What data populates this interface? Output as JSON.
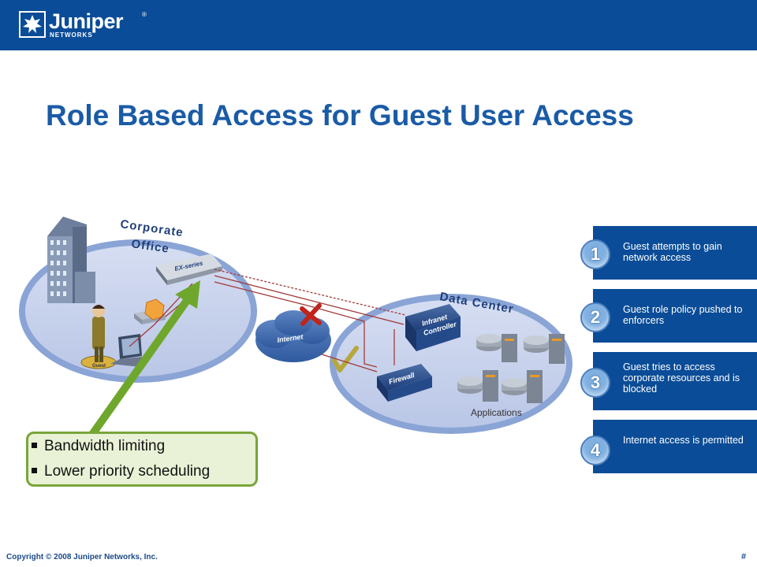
{
  "header": {
    "logo_text": "Juniper",
    "logo_sub": "NETWORKS",
    "logo_reg": "®",
    "bar_color": "#0a4c97"
  },
  "title": "Role Based Access for Guest User Access",
  "diagram": {
    "corporate_line1": "Corporate",
    "corporate_line2": "Office",
    "data_center": "Data Center",
    "ex_series": "EX-series",
    "internet": "Internet",
    "infranet_line1": "Infranet",
    "infranet_line2": "Controller",
    "firewall": "Firewall",
    "applications": "Applications",
    "guest_label": "Guest",
    "blocked_icon": "x-mark-icon",
    "permitted_icon": "checkmark-icon",
    "arrow_color": "#6ea72c",
    "path_color": "#c0392b"
  },
  "steps": [
    {
      "num": "1",
      "text": "Guest attempts to gain network access"
    },
    {
      "num": "2",
      "text": "Guest role policy pushed to enforcers"
    },
    {
      "num": "3",
      "text": "Guest tries to access corporate resources and is blocked"
    },
    {
      "num": "4",
      "text": "Internet access is permitted"
    }
  ],
  "callout": {
    "items": [
      "Bandwidth limiting",
      "Lower priority scheduling"
    ]
  },
  "footer": {
    "copyright": "Copyright © 2008 Juniper Networks, Inc.",
    "page": "#"
  }
}
